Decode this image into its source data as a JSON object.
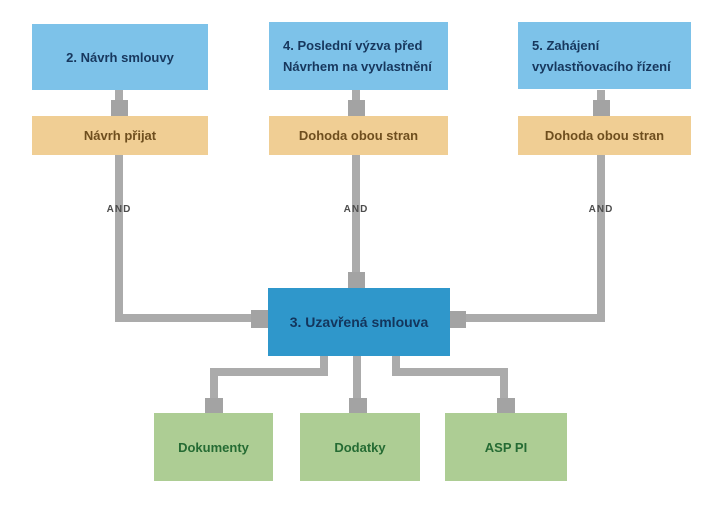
{
  "nodes": {
    "col1_top": "2. Návrh smlouvy",
    "col2_top_line1": "4. Poslední výzva před",
    "col2_top_line2": "Návrhem na vyvlastnění",
    "col3_top_line1": "5. Zahájení",
    "col3_top_line2": "vyvlastňovacího řízení",
    "col1_mid": "Návrh přijat",
    "col2_mid": "Dohoda obou stran",
    "col3_mid": "Dohoda obou stran",
    "center": "3. Uzavřená smlouva",
    "bottom1": "Dokumenty",
    "bottom2": "Dodatky",
    "bottom3": "ASP PI"
  },
  "gates": {
    "col1": "AND",
    "col2": "AND",
    "col3": "AND"
  },
  "colors": {
    "box_blue": "#7DC2E9",
    "box_tan": "#F0CE94",
    "box_center_blue": "#2F97CB",
    "box_green": "#ADCD94",
    "connector_gray": "#ABABAB",
    "text_navy": "#17375D",
    "text_brown": "#6E4E1E",
    "text_green": "#256B33",
    "text_gate": "#4D4D4D"
  }
}
